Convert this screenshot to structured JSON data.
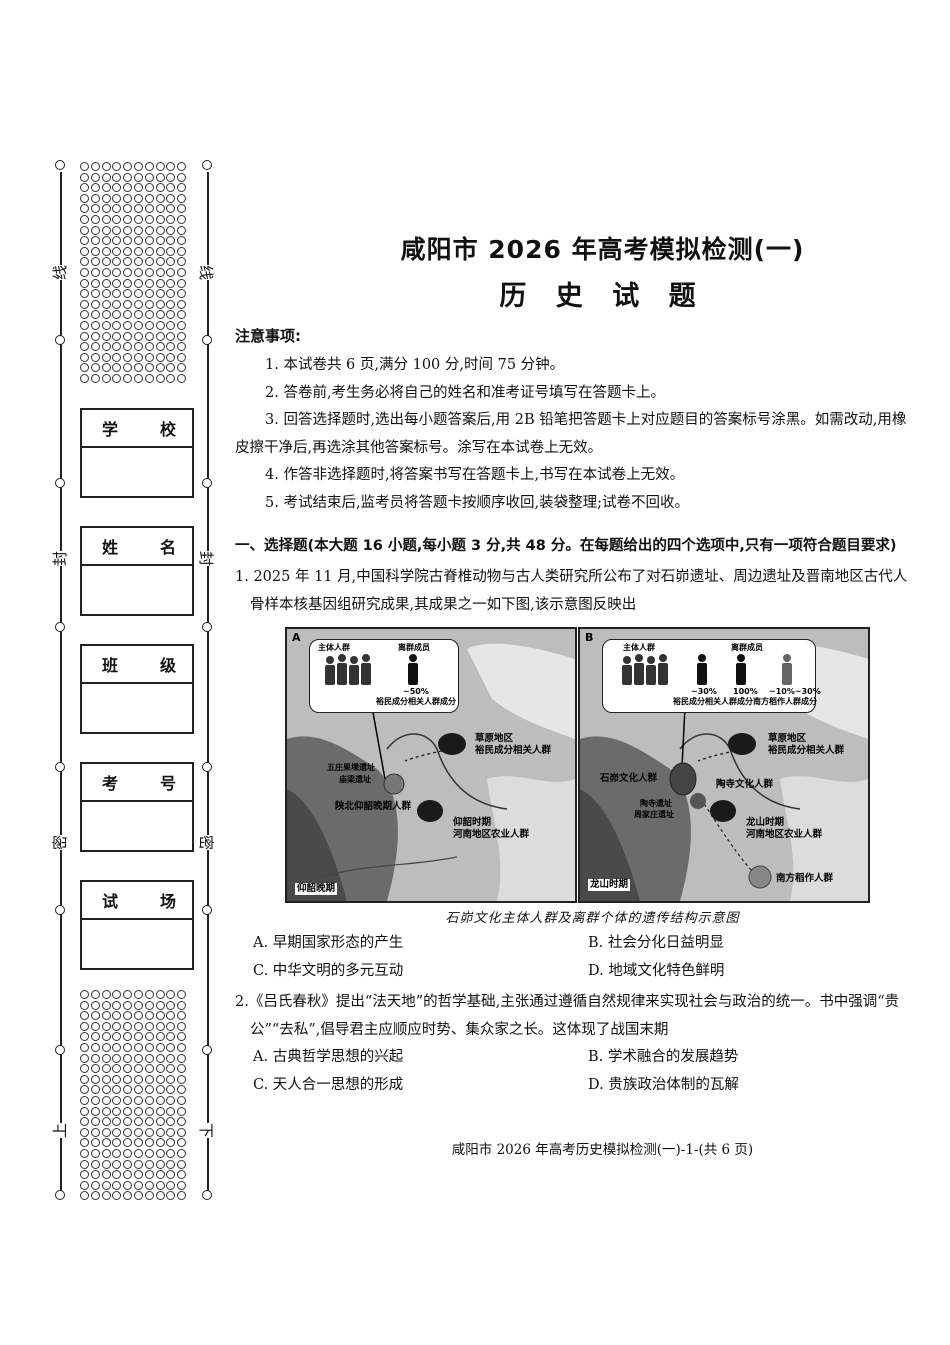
{
  "binding": {
    "chars_left": [
      "线",
      "封",
      "密",
      "上"
    ],
    "chars_right": [
      "线",
      "封",
      "密",
      "下"
    ],
    "boxes": [
      {
        "a": "学",
        "b": "校"
      },
      {
        "a": "姓",
        "b": "名"
      },
      {
        "a": "班",
        "b": "级"
      },
      {
        "a": "考",
        "b": "号"
      },
      {
        "a": "试",
        "b": "场"
      }
    ]
  },
  "header": {
    "title": "咸阳市 2026 年高考模拟检测(一)",
    "subject": "历 史 试 题"
  },
  "notice": {
    "heading": "注意事项:",
    "items": [
      "1. 本试卷共 6 页,满分 100 分,时间 75 分钟。",
      "2. 答卷前,考生务必将自己的姓名和准考证号填写在答题卡上。",
      "3. 回答选择题时,选出每小题答案后,用 2B 铅笔把答题卡上对应题目的答案标号涂黑。如需改动,用橡皮擦干净后,再选涂其他答案标号。涂写在本试卷上无效。",
      "4. 作答非选择题时,将答案书写在答题卡上,书写在本试卷上无效。",
      "5. 考试结束后,监考员将答题卡按顺序收回,装袋整理;试卷不回收。"
    ]
  },
  "section1": {
    "heading": "一、选择题(本大题 16 小题,每小题 3 分,共 48 分。在每题给出的四个选项中,只有一项符合题目要求)"
  },
  "q1": {
    "stem": "1. 2025 年 11 月,中国科学院古脊椎动物与古人类研究所公布了对石峁遗址、周边遗址及晋南地区古代人骨样本核基因组研究成果,其成果之一如下图,该示意图反映出",
    "figure": {
      "panelA": {
        "letter": "A",
        "legend_main": "主体人群",
        "legend_outlier": "离群成员",
        "legend_pct": "~50%",
        "legend_pct_desc": "裕民成分相关人群成分",
        "steppe": "草原地区",
        "steppe2": "裕民成分相关人群",
        "site1": "五庄果墚遗址",
        "site2": "庙梁遗址",
        "site3": "陕北仰韶晚期人群",
        "yangshao1": "仰韶时期",
        "yangshao2": "河南地区农业人群",
        "period": "仰韶晚期"
      },
      "panelB": {
        "letter": "B",
        "legend_main": "主体人群",
        "legend_outlier": "离群成员",
        "pct1": "~30%",
        "pct2": "100%",
        "pct3": "~10%~30%",
        "pct12_desc": "裕民成分相关人群成分",
        "pct3_desc": "南方稻作人群成分",
        "steppe": "草原地区",
        "steppe2": "裕民成分相关人群",
        "shimao": "石峁文化人群",
        "taosi": "陶寺文化人群",
        "site1": "陶寺遗址",
        "site2": "周家庄遗址",
        "longshan1": "龙山时期",
        "longshan2": "河南地区农业人群",
        "rice": "南方稻作人群",
        "period": "龙山时期"
      },
      "caption": "石峁文化主体人群及离群个体的遗传结构示意图"
    },
    "options": [
      "A. 早期国家形态的产生",
      "B. 社会分化日益明显",
      "C. 中华文明的多元互动",
      "D. 地域文化特色鲜明"
    ]
  },
  "q2": {
    "stem": "2.《吕氏春秋》提出“法天地”的哲学基础,主张通过遵循自然规律来实现社会与政治的统一。书中强调“贵公”“去私”,倡导君主应顺应时势、集众家之长。这体现了战国末期",
    "options": [
      "A. 古典哲学思想的兴起",
      "B. 学术融合的发展趋势",
      "C. 天人合一思想的形成",
      "D. 贵族政治体制的瓦解"
    ]
  },
  "footer": "咸阳市 2026 年高考历史模拟检测(一)-1-(共 6 页)"
}
